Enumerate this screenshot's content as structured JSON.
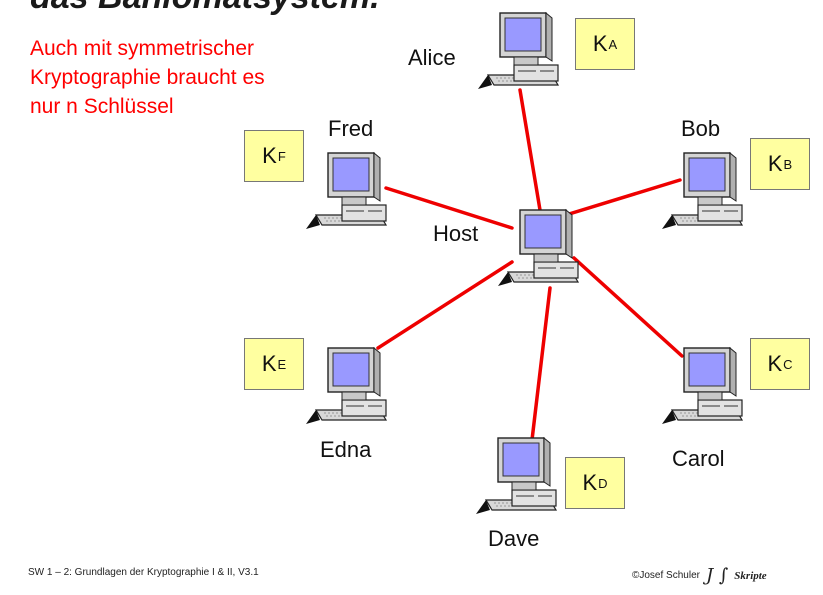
{
  "slide": {
    "title": "das Banlomatsystem.",
    "note_lines": [
      "Auch mit symmetrischer",
      "Kryptographie braucht es",
      "nur n Schlüssel"
    ]
  },
  "nodes": {
    "alice": {
      "label": "Alice",
      "key": "K",
      "key_sub": "A"
    },
    "bob": {
      "label": "Bob",
      "key": "K",
      "key_sub": "B"
    },
    "carol": {
      "label": "Carol",
      "key": "K",
      "key_sub": "C"
    },
    "dave": {
      "label": "Dave",
      "key": "K",
      "key_sub": "D"
    },
    "edna": {
      "label": "Edna",
      "key": "K",
      "key_sub": "E"
    },
    "fred": {
      "label": "Fred",
      "key": "K",
      "key_sub": "F"
    },
    "host": {
      "label": "Host"
    }
  },
  "colors": {
    "link": "#ee0000",
    "screen": "#9999ff",
    "key_fill": "#ffffa0",
    "note_text": "#ff0000"
  },
  "icons": {
    "computer": "desktop-computer-icon"
  },
  "footer": {
    "left": "SW 1 – 2: Grundlagen der Kryptographie I & II, V3.1",
    "right": "©Josef Schuler",
    "logo_mark": "J ∫",
    "logo_text": "Skripte"
  }
}
